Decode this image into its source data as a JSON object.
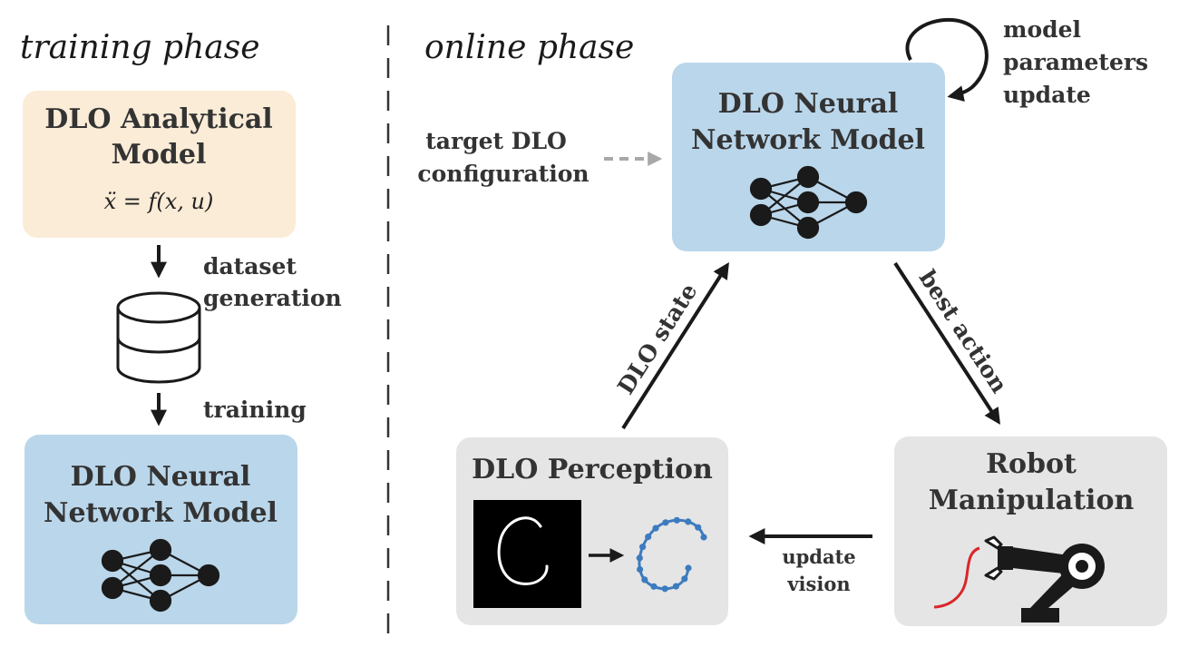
{
  "training_phase": {
    "title": "training phase",
    "analytical_model": {
      "title_line1": "DLO Analytical",
      "title_line2": "Model",
      "formula": "ẍ = f(x, u)"
    },
    "dataset_generation_line1": "dataset",
    "dataset_generation_line2": "generation",
    "training_label": "training",
    "neural_model": {
      "title_line1": "DLO Neural",
      "title_line2": "Network Model"
    }
  },
  "online_phase": {
    "title": "online phase",
    "neural_model": {
      "title_line1": "DLO Neural",
      "title_line2": "Network Model"
    },
    "model_update_line1": "model",
    "model_update_line2": "parameters",
    "model_update_line3": "update",
    "target_line1": "target DLO",
    "target_line2": "configuration",
    "dlo_state_label": "DLO state",
    "best_action_label": "best action",
    "perception_title": "DLO Perception",
    "robot_title_line1": "Robot",
    "robot_title_line2": "Manipulation",
    "update_vision_line1": "update",
    "update_vision_line2": "vision"
  },
  "colors": {
    "analytical_fill": "#fbecd7",
    "neural_fill": "#bad6ea",
    "gray_fill": "#e5e5e5",
    "arrow": "#1a1a1a",
    "dashed_arrow": "#a8a8a8",
    "dlo_blue": "#3d7bbf",
    "cable_red": "#d9262b"
  },
  "icons": [
    "database-icon",
    "neural-network-icon",
    "robot-arm-icon",
    "loop-arrow-icon"
  ]
}
